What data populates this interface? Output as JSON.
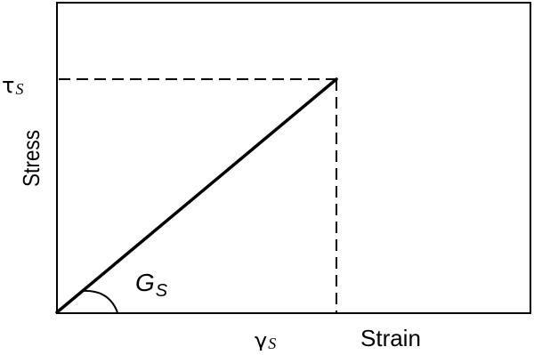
{
  "diagram": {
    "x_axis_label": "Strain",
    "y_axis_label": "Stress",
    "tau_symbol": "τ",
    "tau_subscript": "S",
    "gamma_symbol": "γ",
    "gamma_subscript": "S",
    "slope_symbol": "G",
    "slope_subscript": "S"
  }
}
